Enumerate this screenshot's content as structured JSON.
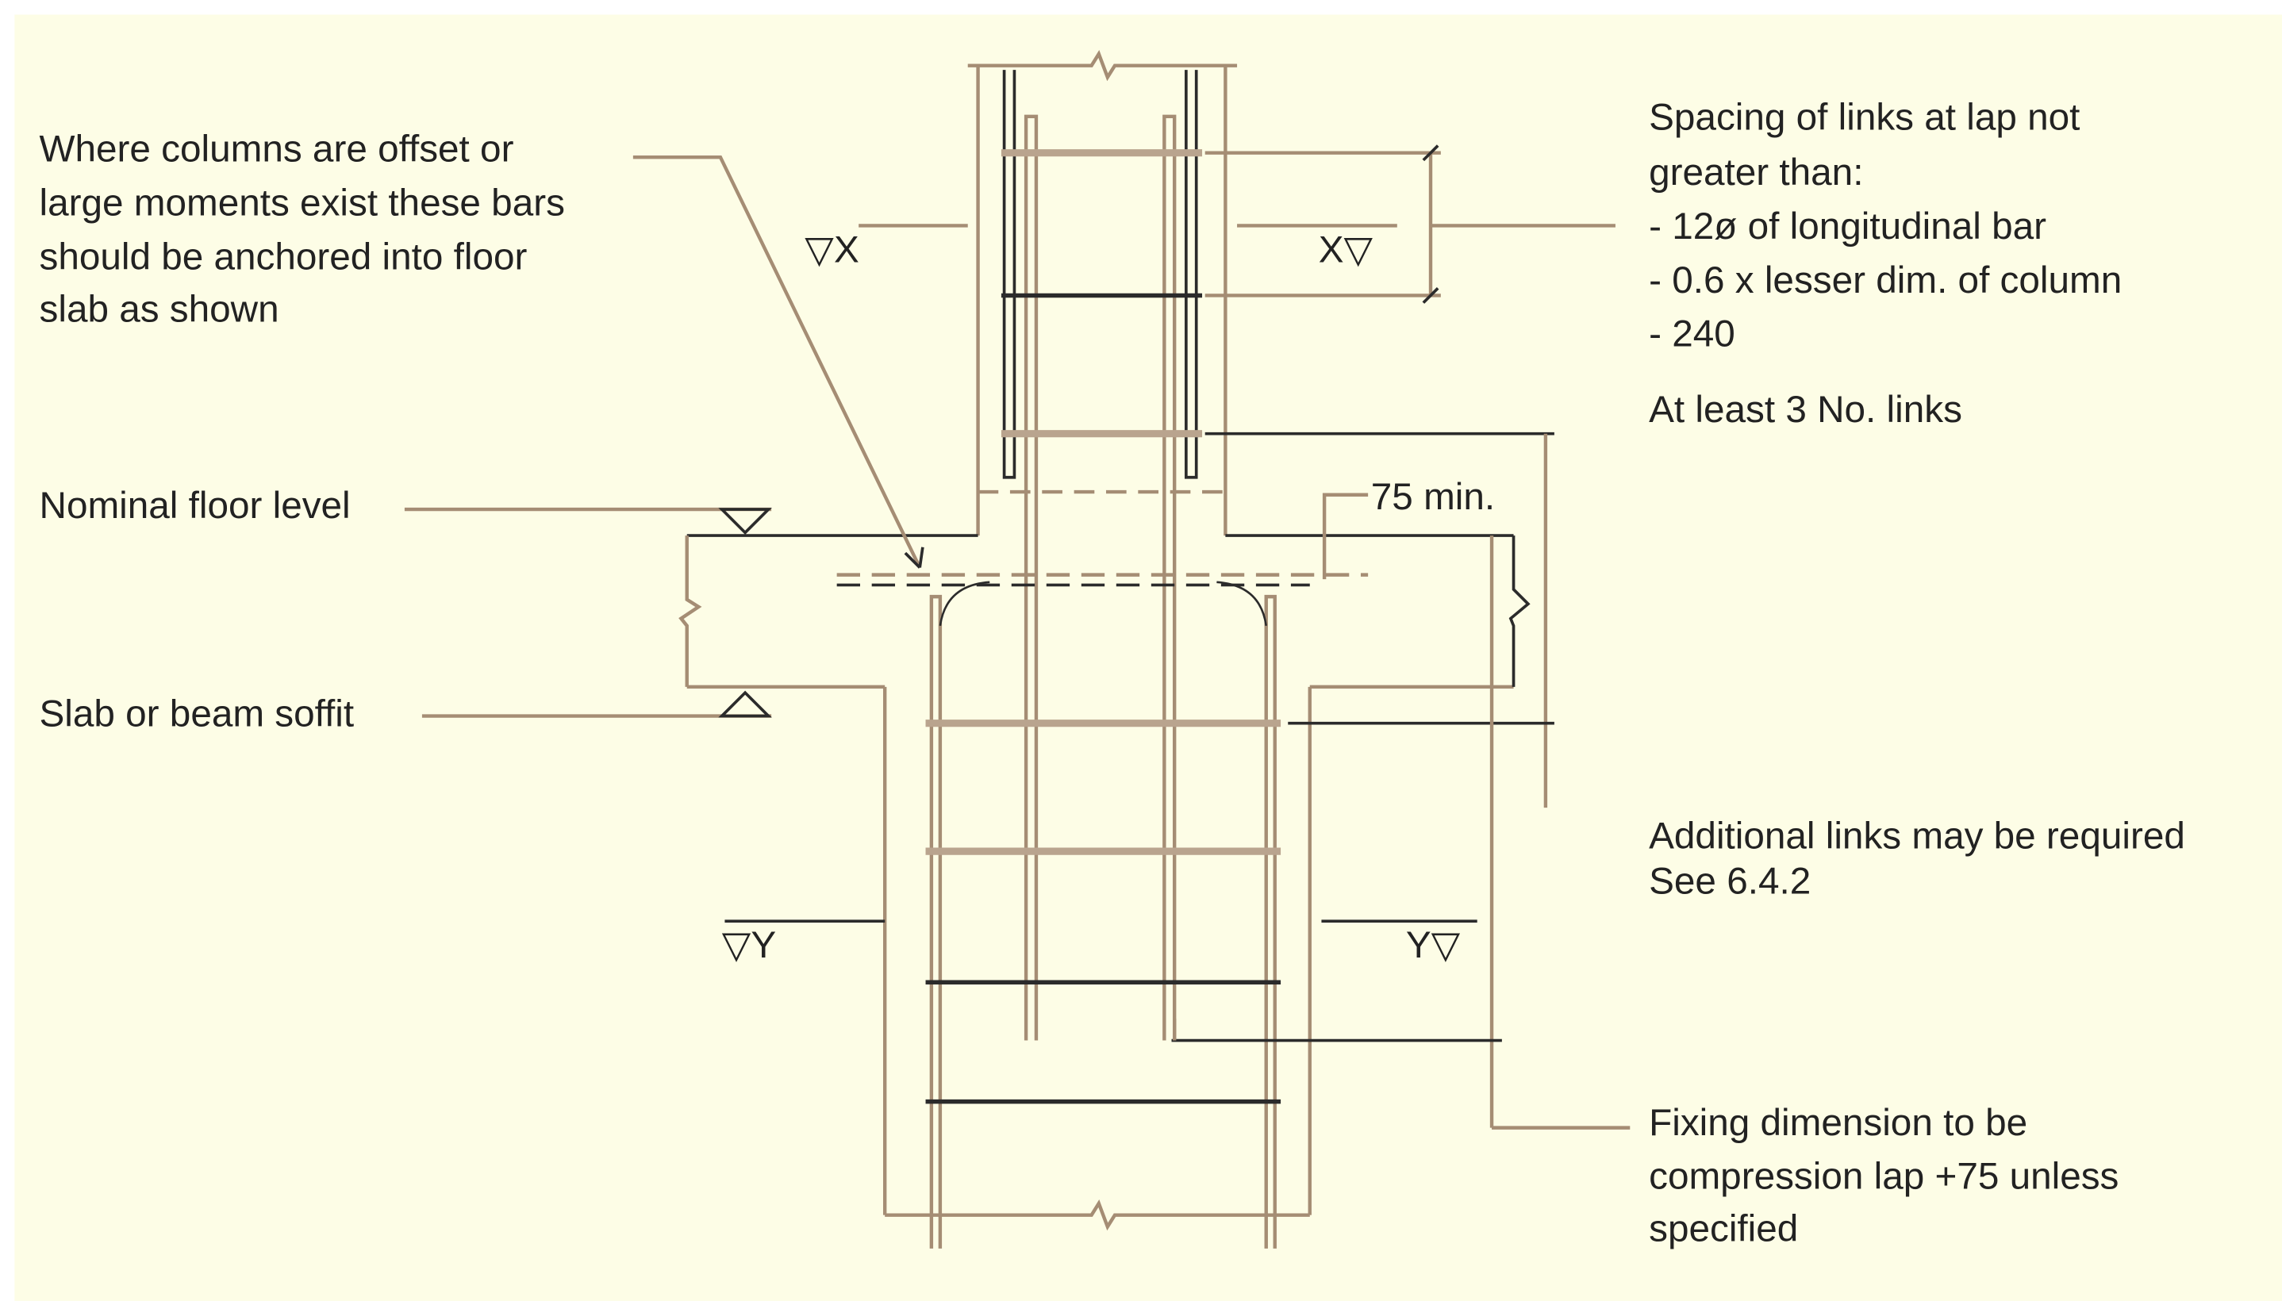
{
  "diagram": {
    "title": "Column lap detail at floor slab",
    "left_notes": {
      "anchor_note": [
        "Where columns are offset or",
        "large moments exist these bars",
        "should be anchored into floor",
        "slab as shown"
      ],
      "floor_level": "Nominal floor level",
      "soffit": "Slab or beam soffit"
    },
    "right_notes": {
      "spacing": [
        "Spacing of links at lap not",
        "greater than:",
        "-  12ø of longitudinal bar",
        "-  0.6 x lesser dim. of column",
        "-  240"
      ],
      "min_links": "At least 3 No. links",
      "additional": [
        "Additional links may be required",
        "See 6.4.2"
      ],
      "fixing": [
        "Fixing dimension to be",
        "compression lap +75 unless",
        "specified"
      ]
    },
    "dimension_label": "75 min.",
    "section_marks": {
      "x_left": "▽X",
      "x_right": "X▽",
      "y_left": "▽Y",
      "y_right": "Y▽"
    },
    "colors": {
      "background": "#fdfde6",
      "line": "#a58d74",
      "dark": "#2b2b2b"
    }
  }
}
